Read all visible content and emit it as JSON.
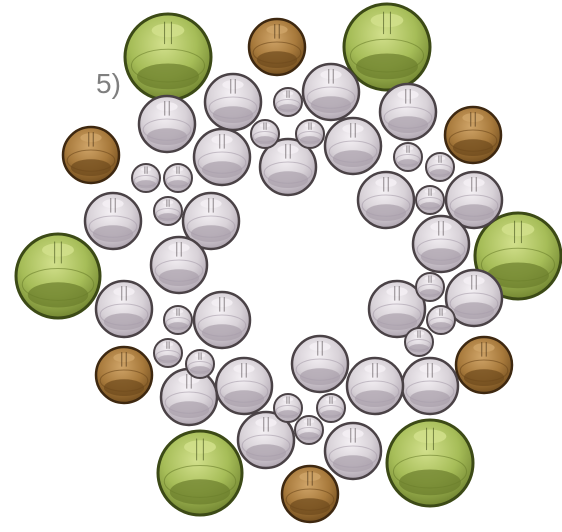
{
  "figure": {
    "label": "5)"
  },
  "palette": {
    "pearl": {
      "body": "#d8d2d8",
      "shade": "#a99fab",
      "rim": "#4a4246",
      "highlight": "#f4f0f4"
    },
    "olive": {
      "body": "#a6bd58",
      "shade": "#6b7e2c",
      "rim": "#3c4a16",
      "highlight": "#d2e08c"
    },
    "bronze": {
      "body": "#a87a3c",
      "shade": "#6e4a1c",
      "rim": "#3e2810",
      "highlight": "#cfa468"
    }
  },
  "bead_kinds": [
    "pearl",
    "olive",
    "bronze"
  ]
}
